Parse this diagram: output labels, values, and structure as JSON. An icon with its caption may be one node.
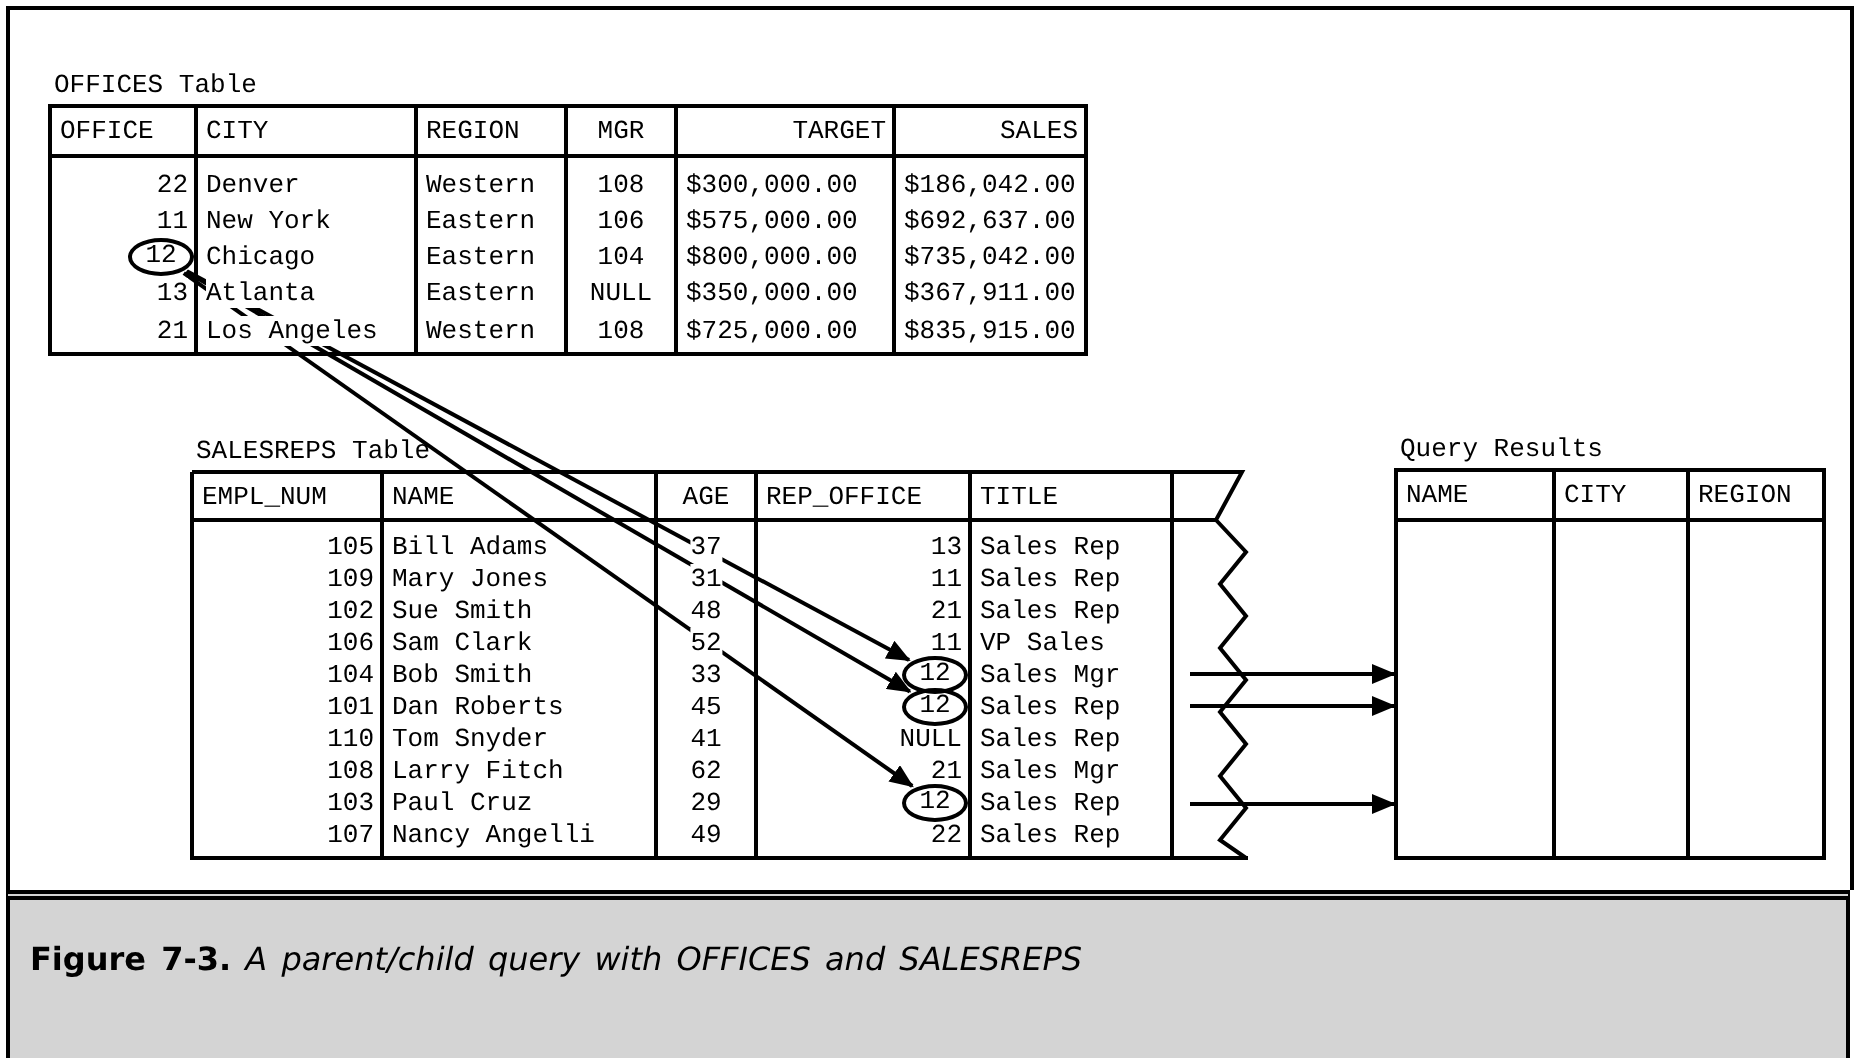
{
  "diagram": {
    "caption": "**Figure 7-3.** *A parent/child query with OFFICES and SALESREPS*",
    "nodes": [
      {
        "text": [
          "OFFICES Table"
        ]
      },
      {
        "text": [
          "12"
        ],
        "in": 0
      },
      {
        "text": [
          "SALESREPS Table"
        ]
      },
      {
        "text": [
          "12"
        ],
        "in": 2
      },
      {
        "text": [
          "12"
        ],
        "in": 2
      },
      {
        "text": [
          "12"
        ],
        "in": 2
      },
      {
        "text": [
          "Query Results"
        ]
      }
    ],
    "edges": [
      {
        "from": 1,
        "to": 3,
        "arrow": "to"
      },
      {
        "from": 1,
        "to": 4,
        "arrow": "to"
      },
      {
        "from": 1,
        "to": 5,
        "arrow": "to"
      },
      {
        "from": 2,
        "to": 6,
        "arrow": "to"
      },
      {
        "from": 2,
        "to": 6,
        "arrow": "to"
      },
      {
        "from": 2,
        "to": 6,
        "arrow": "to"
      }
    ],
    "labels": [
      "OFFICE",
      "CITY",
      "REGION",
      "MGR",
      "TARGET",
      "SALES",
      "22",
      "Denver",
      "Western",
      "108",
      "$300,000.00",
      "$186,042.00",
      "11",
      "New York",
      "Eastern",
      "106",
      "$575,000.00",
      "$692,637.00",
      "Chicago",
      "Eastern",
      "104",
      "$800,000.00",
      "$735,042.00",
      "13",
      "Atlanta",
      "Eastern",
      "NULL",
      "$350,000.00",
      "$367,911.00",
      "21",
      "Los Angeles",
      "Western",
      "108",
      "$725,000.00",
      "$835,915.00",
      "EMPL_NUM",
      "NAME",
      "AGE",
      "REP_OFFICE",
      "TITLE",
      "105",
      "Bill Adams",
      "37",
      "13",
      "Sales Rep",
      "109",
      "Mary Jones",
      "31",
      "11",
      "Sales Rep",
      "102",
      "Sue Smith",
      "48",
      "21",
      "Sales Rep",
      "106",
      "Sam Clark",
      "52",
      "11",
      "VP Sales",
      "104",
      "Bob Smith",
      "33",
      "Sales Mgr",
      "101",
      "Dan Roberts",
      "45",
      "Sales Rep",
      "110",
      "Tom Snyder",
      "41",
      "NULL",
      "Sales Rep",
      "108",
      "Larry Fitch",
      "62",
      "21",
      "Sales Mgr",
      "103",
      "Paul Cruz",
      "29",
      "Sales Rep",
      "107",
      "Nancy Angelli",
      "49",
      "22",
      "Sales Rep",
      "NAME",
      "CITY",
      "REGION"
    ]
  }
}
